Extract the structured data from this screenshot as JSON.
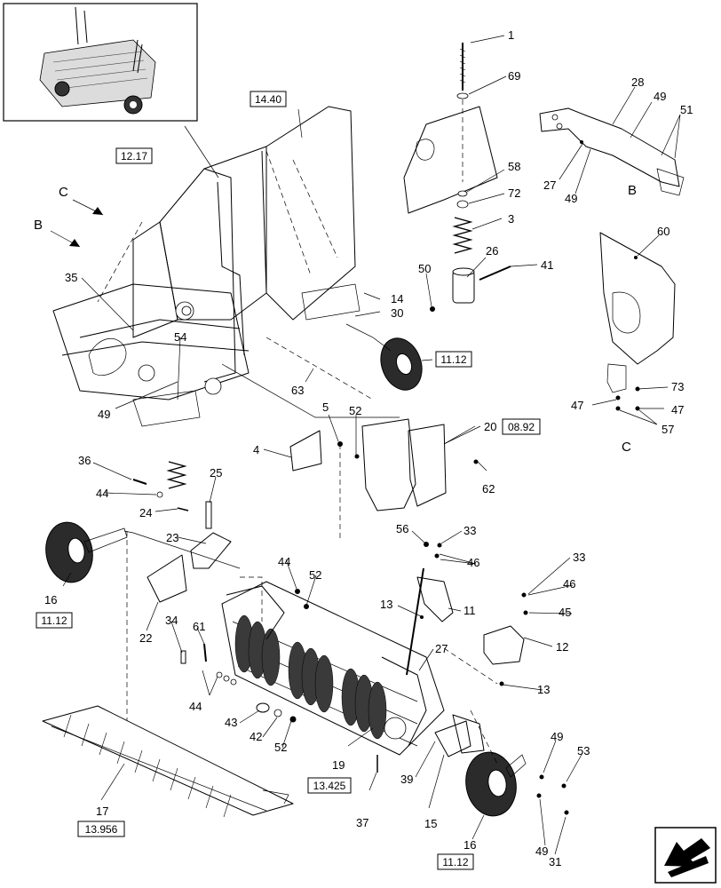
{
  "callouts": {
    "c1": "1",
    "c69": "69",
    "c58": "58",
    "c72": "72",
    "c3": "3",
    "c26": "26",
    "c41": "41",
    "c50": "50",
    "c14": "14",
    "c30": "30",
    "c28": "28",
    "c49a": "49",
    "c51": "51",
    "c27a": "27",
    "c49b": "49",
    "c60": "60",
    "c73": "73",
    "c47a": "47",
    "c47b": "47",
    "c57": "57",
    "c35": "35",
    "c54": "54",
    "c49c": "49",
    "c63": "63",
    "c5": "5",
    "c52a": "52",
    "c4": "4",
    "c20": "20",
    "c62": "62",
    "c36": "36",
    "c25": "25",
    "c44a": "44",
    "c24": "24",
    "c23": "23",
    "c16a": "16",
    "c22": "22",
    "c34": "34",
    "c61": "61",
    "c44b": "44",
    "c43": "43",
    "c42": "42",
    "c52b": "52",
    "c44c": "44",
    "c52c": "52",
    "c56": "56",
    "c33a": "33",
    "c46a": "46",
    "c13a": "13",
    "c11": "11",
    "c33b": "33",
    "c46b": "46",
    "c45": "45",
    "c12": "12",
    "c13b": "13",
    "c27b": "27",
    "c19": "19",
    "c37": "37",
    "c39": "39",
    "c15": "15",
    "c49d": "49",
    "c53": "53",
    "c16b": "16",
    "c49e": "49",
    "c31": "31",
    "c17": "17"
  },
  "view_labels": {
    "b_arrow": "B",
    "c_arrow": "C",
    "b_detail": "B",
    "c_detail": "C"
  },
  "reference_boxes": {
    "r1440": "14.40",
    "r1217": "12.17",
    "r1112a": "11.12",
    "r0892": "08.92",
    "r1112b": "11.12",
    "r13425": "13.425",
    "r13956": "13.956",
    "r1112c": "11.12"
  },
  "colors": {
    "ink": "#000000",
    "paper": "#ffffff",
    "tire": "#2b2b2b"
  },
  "icons": {
    "nav": "next-page-arrow-icon"
  }
}
